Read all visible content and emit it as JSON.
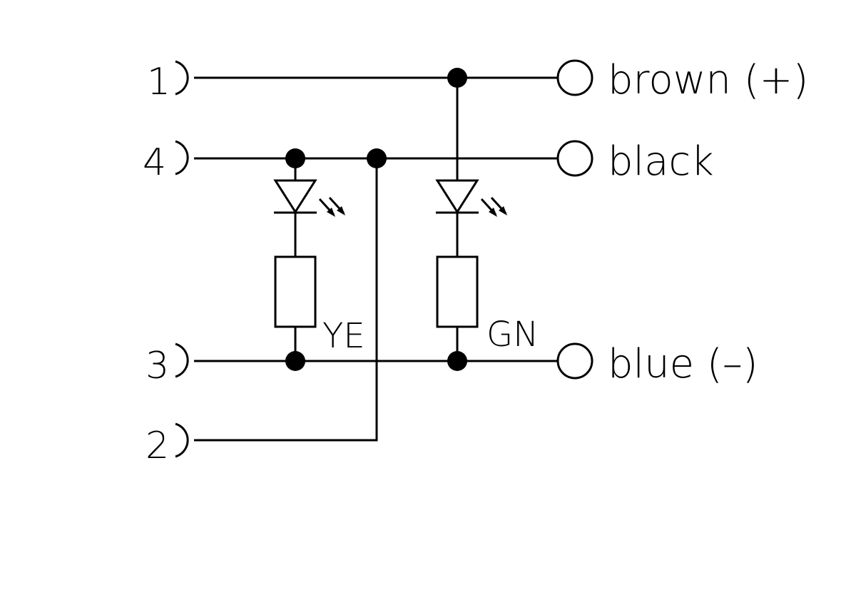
{
  "pins": {
    "p1": "1",
    "p4": "4",
    "p3": "3",
    "p2": "2"
  },
  "wires": {
    "brown": "brown (+)",
    "black": "black",
    "blue": "blue (–)"
  },
  "leds": {
    "left": "YE",
    "right": "GN"
  }
}
